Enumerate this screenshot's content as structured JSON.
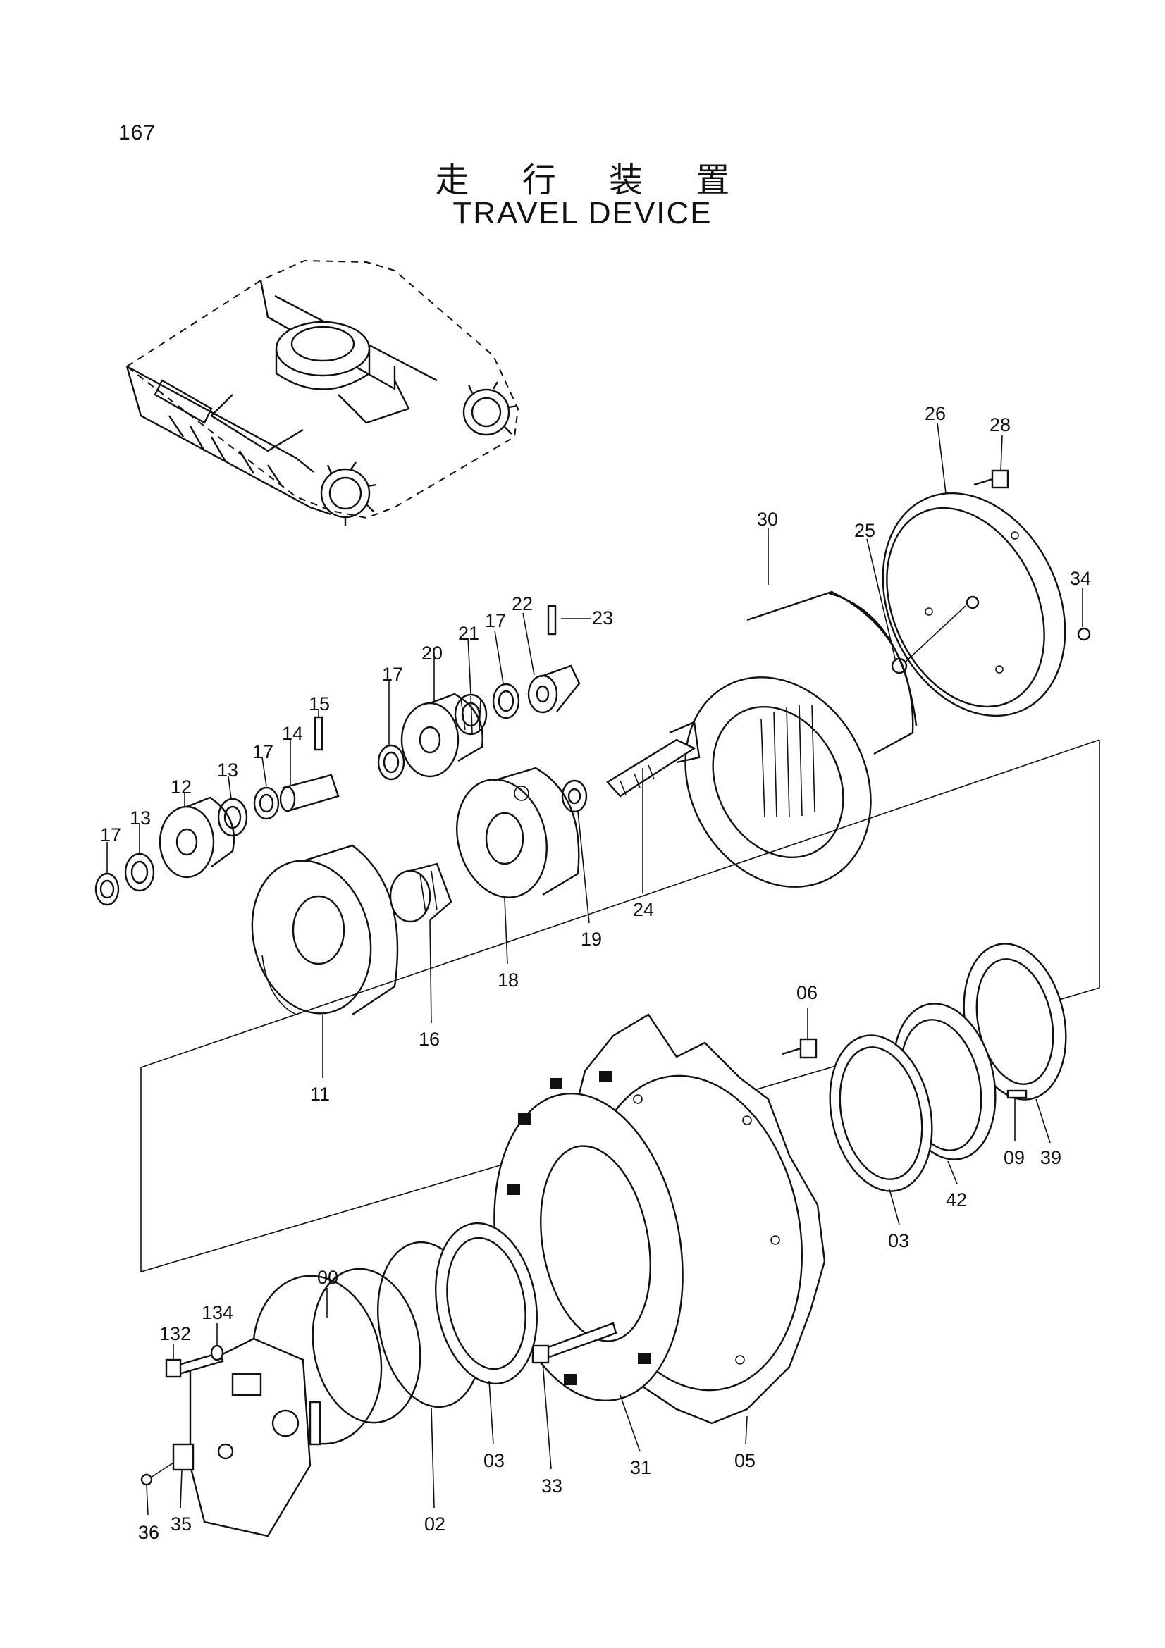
{
  "page": {
    "number": "167"
  },
  "title": {
    "japanese": "走 行 装 置",
    "english": "TRAVEL DEVICE"
  },
  "parts": [
    {
      "id": "p26",
      "label": "26"
    },
    {
      "id": "p28",
      "label": "28"
    },
    {
      "id": "p30",
      "label": "30"
    },
    {
      "id": "p25",
      "label": "25"
    },
    {
      "id": "p34",
      "label": "34"
    },
    {
      "id": "p22",
      "label": "22"
    },
    {
      "id": "p23",
      "label": "23"
    },
    {
      "id": "p17a",
      "label": "17"
    },
    {
      "id": "p21",
      "label": "21"
    },
    {
      "id": "p20",
      "label": "20"
    },
    {
      "id": "p17b",
      "label": "17"
    },
    {
      "id": "p15",
      "label": "15"
    },
    {
      "id": "p14",
      "label": "14"
    },
    {
      "id": "p17c",
      "label": "17"
    },
    {
      "id": "p13a",
      "label": "13"
    },
    {
      "id": "p12",
      "label": "12"
    },
    {
      "id": "p13b",
      "label": "13"
    },
    {
      "id": "p17d",
      "label": "17"
    },
    {
      "id": "p24",
      "label": "24"
    },
    {
      "id": "p19",
      "label": "19"
    },
    {
      "id": "p18",
      "label": "18"
    },
    {
      "id": "p16",
      "label": "16"
    },
    {
      "id": "p11",
      "label": "11"
    },
    {
      "id": "p06",
      "label": "06"
    },
    {
      "id": "p09",
      "label": "09"
    },
    {
      "id": "p39",
      "label": "39"
    },
    {
      "id": "p42",
      "label": "42"
    },
    {
      "id": "p03a",
      "label": "03"
    },
    {
      "id": "p00",
      "label": "00"
    },
    {
      "id": "p134",
      "label": "134"
    },
    {
      "id": "p132",
      "label": "132"
    },
    {
      "id": "p03b",
      "label": "03"
    },
    {
      "id": "p33",
      "label": "33"
    },
    {
      "id": "p31",
      "label": "31"
    },
    {
      "id": "p05",
      "label": "05"
    },
    {
      "id": "p02",
      "label": "02"
    },
    {
      "id": "p35",
      "label": "35"
    },
    {
      "id": "p36",
      "label": "36"
    }
  ]
}
